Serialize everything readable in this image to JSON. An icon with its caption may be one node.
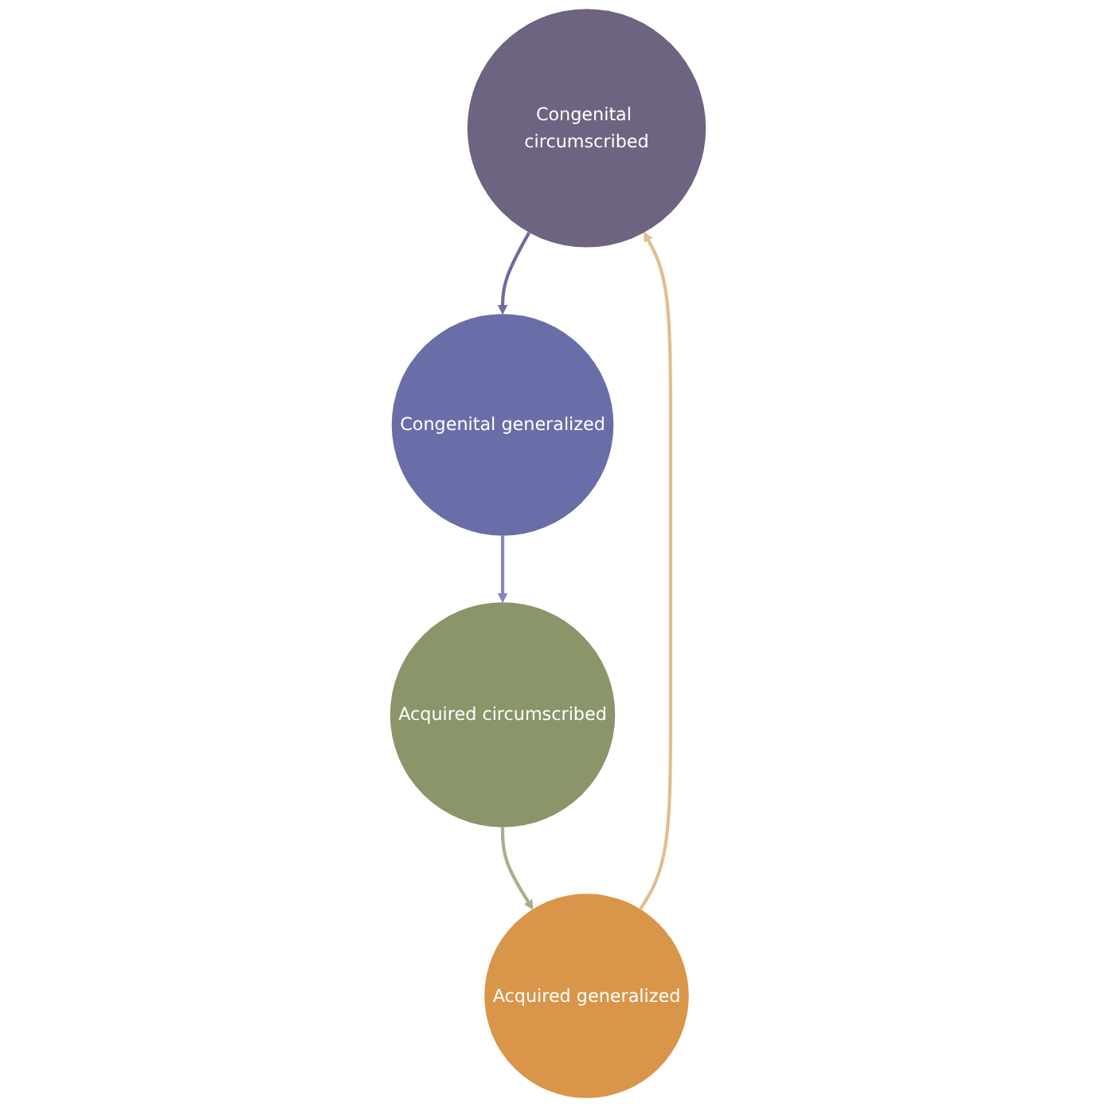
{
  "diagram": {
    "nodes": [
      {
        "text": [
          "Congenital circumscribed"
        ]
      },
      {
        "text": [
          "Acquired generalized"
        ]
      },
      {
        "text": [
          "Congenital generalized"
        ]
      },
      {
        "text": [
          "Acquired circumscribed"
        ]
      }
    ],
    "edges": [
      {
        "from": 0,
        "to": 2,
        "arrow": "to",
        "color": "#6f6c9c"
      },
      {
        "from": 2,
        "to": 3,
        "arrow": "to",
        "color": "#8587c0"
      },
      {
        "from": 3,
        "to": 1,
        "arrow": "to",
        "color": "#a7b08c"
      },
      {
        "from": 1,
        "to": 0,
        "arrow": "to",
        "color": "#e2bd8e"
      }
    ]
  }
}
